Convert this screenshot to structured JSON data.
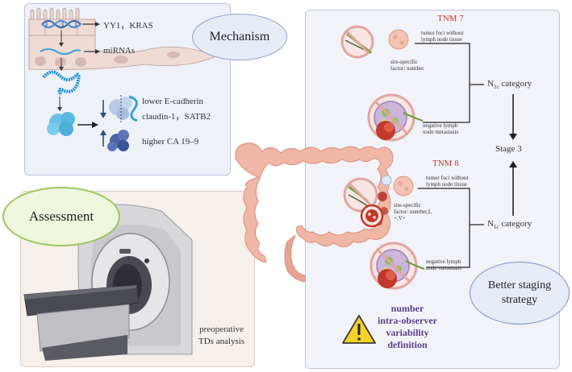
{
  "mechanism": {
    "title": "Mechanism",
    "gene_label": "YY1，KRAS",
    "mirna_label": "miRNAs",
    "lower_line1": "lower  E-cadherin",
    "lower_line2": "claudin-1，SATB2",
    "higher_label": "higher CA 19–9"
  },
  "assessment": {
    "title": "Assessment",
    "caption_line1": "preoperative",
    "caption_line2": "TDs analysis"
  },
  "tnm7": {
    "title": "TNM 7",
    "foci_label_line1": "tumor foci without",
    "foci_label_line2": "lymph node tissue",
    "site_label_line1": "site-specific",
    "site_label_line2": "factor: number",
    "node_label_line1": "negative lymph",
    "node_label_line2": "node metastasis",
    "category_main": "N",
    "category_sub": "1c",
    "category_rest": " category"
  },
  "tnm8": {
    "title": "TNM 8",
    "foci_label_line1": "tumor foci without",
    "foci_label_line2": "lymph node tissue",
    "site_label_line1": "site-specific",
    "site_label_line2": "factor: number,L",
    "site_label_line3": "+,V+",
    "node_label_line1": "negative lymph",
    "node_label_line2": "node metastasis",
    "category_main": "N",
    "category_sub": "1c",
    "category_rest": " category"
  },
  "stage": "Stage 3",
  "strategy": {
    "line1": "Better staging",
    "line2": "strategy"
  },
  "issues": {
    "line1": "number",
    "line2": "intra-observer",
    "line3": "variability",
    "line4": "definition"
  },
  "colors": {
    "mechanism_border": "#8fa0cc",
    "assessment_border": "#9cc45b",
    "tnm_title": "#c0392b",
    "issues_text": "#5b3f8c",
    "warning": "#f5d327"
  }
}
